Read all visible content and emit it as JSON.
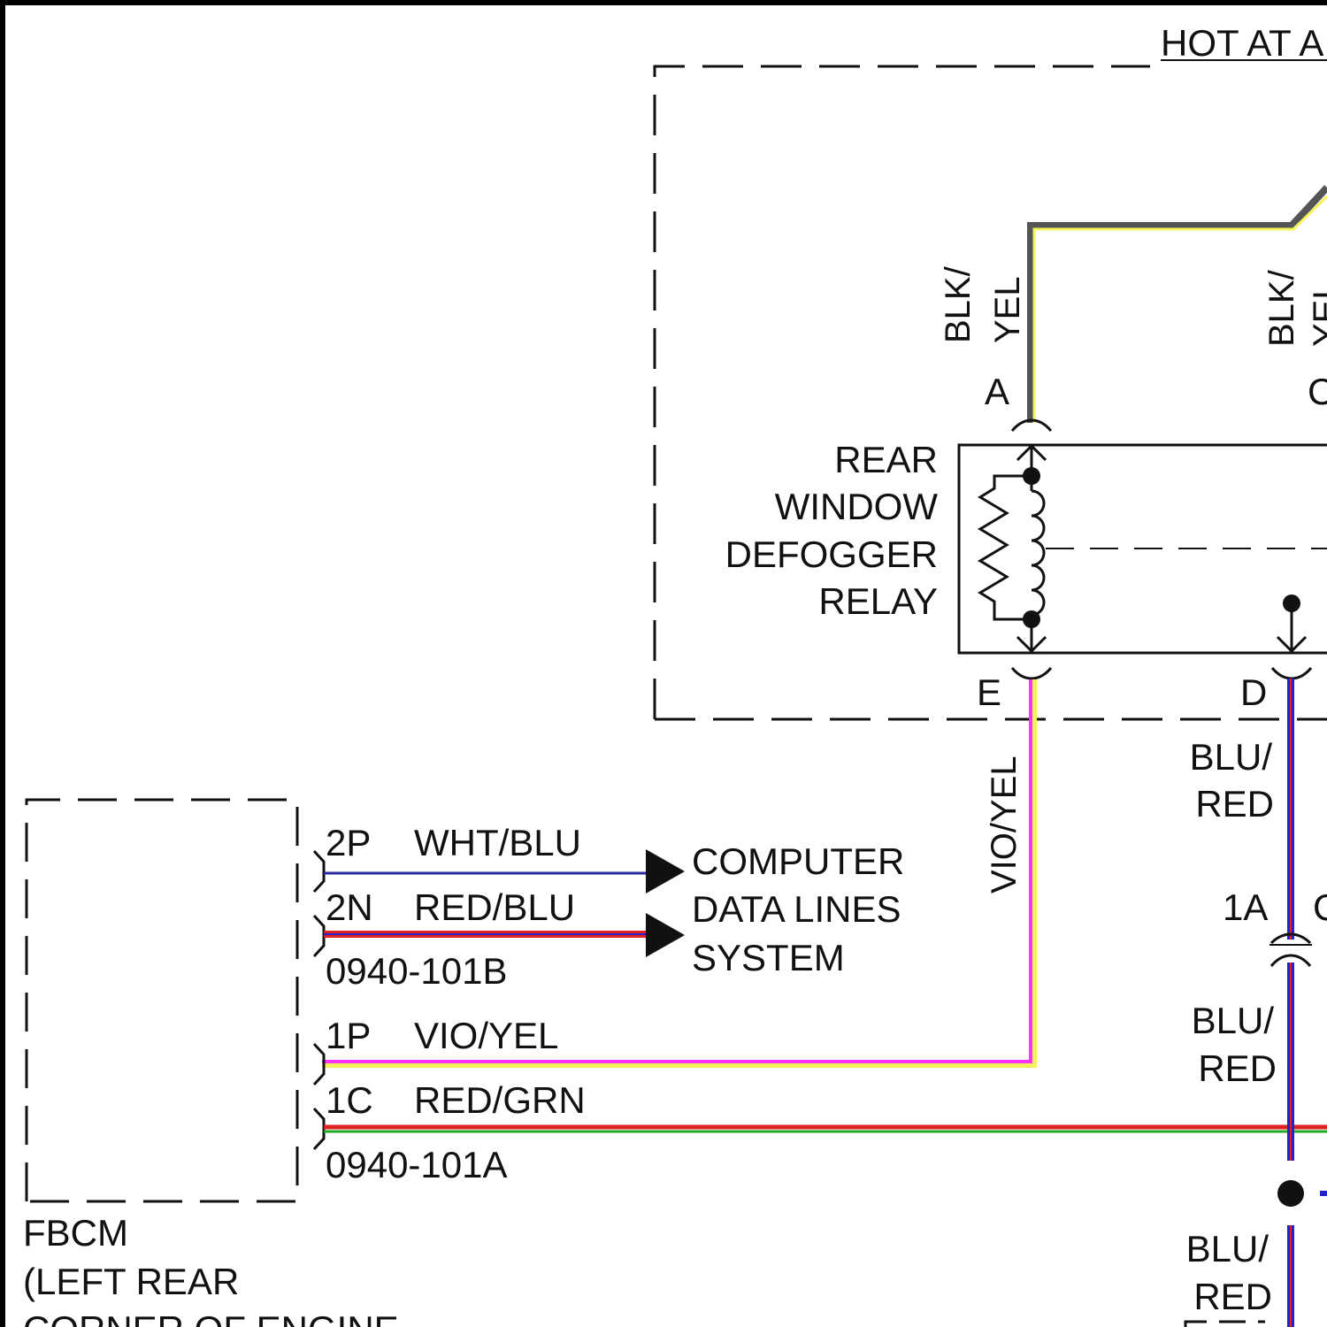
{
  "relay": {
    "title_lines": [
      "REAR",
      "WINDOW",
      "DEFOGGER",
      "RELAY"
    ],
    "pins": {
      "a": "A",
      "c": "C",
      "d": "D",
      "e": "E"
    },
    "wire_a": {
      "line1": "BLK/",
      "line2": "YEL"
    },
    "wire_c": {
      "line1": "BLK/",
      "line2": "YEL"
    },
    "wire_e": "VIO/YEL",
    "wire_d": {
      "line1": "BLU/",
      "line2": "RED"
    }
  },
  "header": {
    "hot_at": "HOT AT A"
  },
  "fbcm": {
    "title_lines": [
      "FBCM",
      "(LEFT REAR",
      "CORNER OF ENGINE"
    ],
    "connector_b": "0940-101B",
    "connector_a": "0940-101A",
    "pins": [
      {
        "pin": "2P",
        "wire": "WHT/BLU"
      },
      {
        "pin": "2N",
        "wire": "RED/BLU"
      },
      {
        "pin": "1P",
        "wire": "VIO/YEL"
      },
      {
        "pin": "1C",
        "wire": "RED/GRN"
      }
    ]
  },
  "computer_data_lines": [
    "COMPUTER",
    "DATA LINES",
    "SYSTEM"
  ],
  "connector_1a": {
    "label": "1A",
    "partial": "C"
  },
  "right_wires": [
    {
      "line1": "BLU/",
      "line2": "RED"
    },
    {
      "line1": "BLU/",
      "line2": "RED"
    }
  ],
  "wire_colors": {
    "blk_yel_outer": "#555555",
    "blk_yel_inner": "#f4f45a",
    "vio_yel_outer": "#f4f45a",
    "vio_yel_inner": "#ff33ff",
    "red_grn_top": "#e02020",
    "red_grn_bottom": "#22aa22",
    "blu_red_outer": "#2222cc",
    "blu_red_inner": "#e02020",
    "wht_blu": "#2a2aa0",
    "red_blu_outer": "#e02020",
    "red_blu_inner": "#2222cc"
  }
}
